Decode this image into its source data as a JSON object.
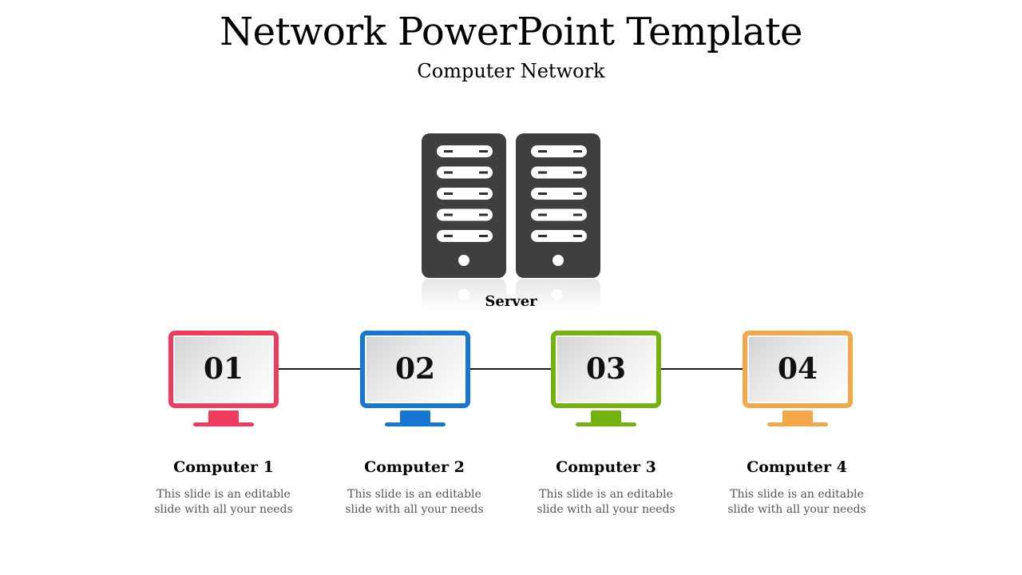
{
  "slide": {
    "title": "Network PowerPoint Template",
    "subtitle": "Computer Network"
  },
  "server": {
    "label": "Server",
    "icon": "server-rack-icon",
    "color": "#3f3f3f"
  },
  "computers": [
    {
      "number": "01",
      "title": "Computer 1",
      "desc_line1": "This slide is an editable",
      "desc_line2": "slide with all your needs",
      "color": "#ef3b5d",
      "icon": "monitor-icon"
    },
    {
      "number": "02",
      "title": "Computer 2",
      "desc_line1": "This slide is an editable",
      "desc_line2": "slide with all your needs",
      "color": "#1576d4",
      "icon": "monitor-icon"
    },
    {
      "number": "03",
      "title": "Computer 3",
      "desc_line1": "This slide is an editable",
      "desc_line2": "slide with all your needs",
      "color": "#73b20f",
      "icon": "monitor-icon"
    },
    {
      "number": "04",
      "title": "Computer 4",
      "desc_line1": "This slide is an editable",
      "desc_line2": "slide with all your needs",
      "color": "#f2a749",
      "icon": "monitor-icon"
    }
  ]
}
